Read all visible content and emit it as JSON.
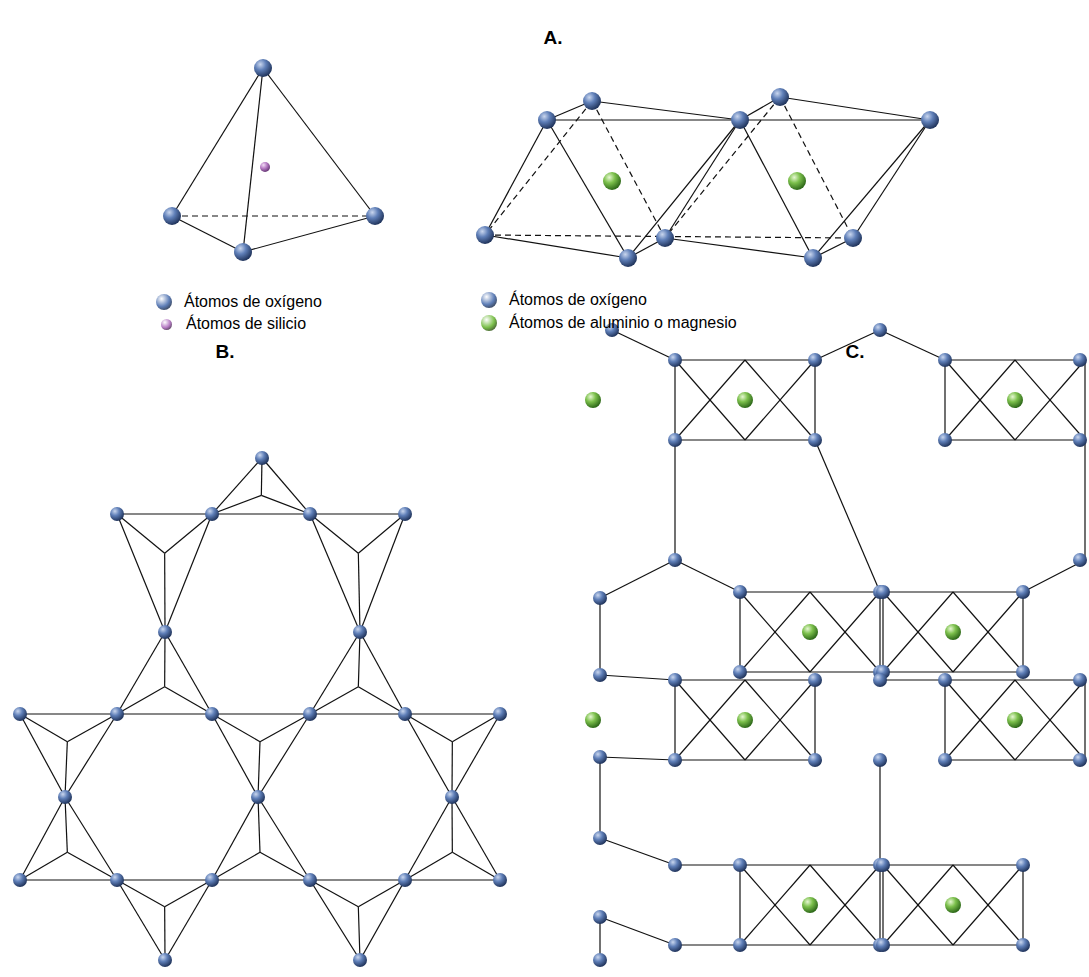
{
  "diagram": {
    "labels": [
      "A.",
      "B.",
      "C."
    ],
    "legend": [
      {
        "text": "Átomos de oxígeno",
        "color": "#5f7fb8"
      },
      {
        "text": "Átomos de silicio",
        "color": "#b67cc4"
      },
      {
        "text": "Átomos de oxígeno",
        "color": "#5f7fb8"
      },
      {
        "text": "Átomos de aluminio o magnesio",
        "color": "#7cc04c"
      }
    ]
  }
}
